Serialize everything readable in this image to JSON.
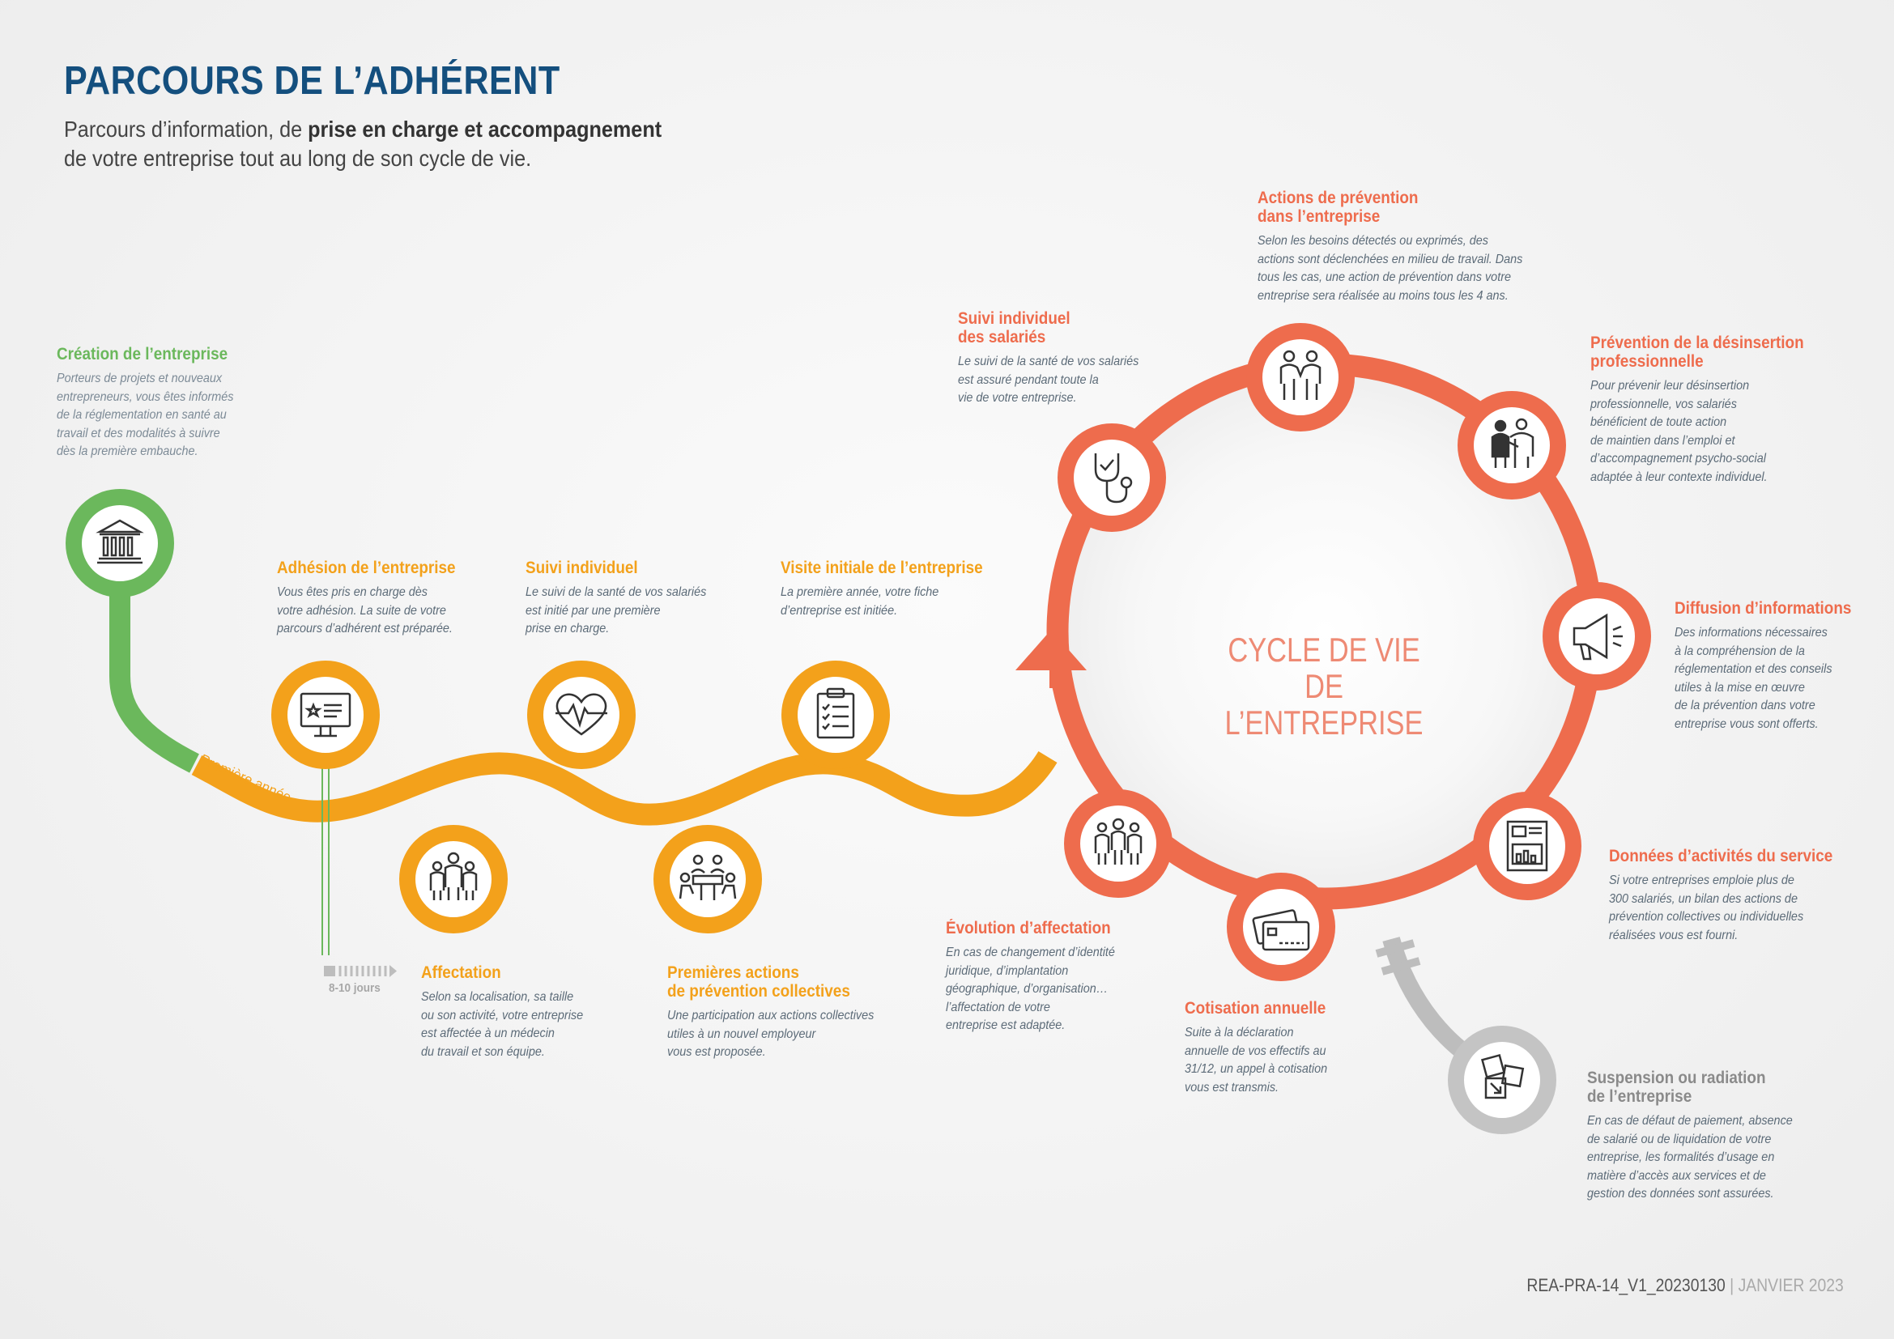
{
  "header": {
    "title": "PARCOURS DE L’ADHÉRENT",
    "subtitle_pre": "Parcours d’information, de ",
    "subtitle_bold": "prise en charge et accompagnement",
    "subtitle_post": "de votre entreprise tout au long de son cycle de vie."
  },
  "colors": {
    "green": "#6bb85c",
    "orange": "#f3a11b",
    "red": "#ee6c4d",
    "grey": "#bdbdbd",
    "title": "#144f7e"
  },
  "path_labels": {
    "first_year": "Première année",
    "days": "8-10 jours"
  },
  "cycle": {
    "line1": "CYCLE DE VIE",
    "line2": "DE L’ENTREPRISE"
  },
  "steps": {
    "creation": {
      "title": "Création de l’entreprise",
      "desc": [
        "Porteurs de projets et nouveaux",
        "entrepreneurs, vous êtes informés",
        "de la réglementation en santé au",
        "travail et des modalités à suivre",
        "dès la première embauche."
      ],
      "icon": "building-icon"
    },
    "adhesion": {
      "title": "Adhésion de l’entreprise",
      "desc": [
        "Vous êtes pris en charge dès",
        "votre adhésion. La suite de votre",
        "parcours d’adhérent est préparée."
      ],
      "icon": "monitor-icon"
    },
    "suivi": {
      "title": "Suivi individuel",
      "desc": [
        "Le suivi de la santé de vos salariés",
        "est initié par une première",
        "prise en charge."
      ],
      "icon": "heartbeat-icon"
    },
    "visite": {
      "title": "Visite initiale de l’entreprise",
      "desc": [
        "La première année, votre fiche",
        "d’entreprise est initiée."
      ],
      "icon": "clipboard-icon"
    },
    "affectation": {
      "title": "Affectation",
      "desc": [
        "Selon sa localisation, sa taille",
        "ou son activité, votre entreprise",
        "est affectée à un médecin",
        "du travail et son équipe."
      ],
      "icon": "team-icon"
    },
    "premieres": {
      "title1": "Premières actions",
      "title2": "de prévention collectives",
      "desc": [
        "Une participation aux actions collectives",
        "utiles à un nouvel employeur",
        "vous est proposée."
      ],
      "icon": "meeting-icon"
    },
    "suivi_salaries": {
      "title1": "Suivi individuel",
      "title2": "des salariés",
      "desc": [
        "Le suivi de la santé de vos salariés",
        "est assuré pendant toute la",
        "vie de votre entreprise."
      ],
      "icon": "stethoscope-icon"
    },
    "actions": {
      "title1": "Actions de prévention",
      "title2": "dans l’entreprise",
      "desc": [
        "Selon les besoins détectés ou exprimés, des",
        "actions sont déclenchées en milieu de travail. Dans",
        "tous les cas, une action de prévention dans votre",
        "entreprise sera réalisée au moins tous les 4 ans."
      ],
      "icon": "two-people-icon"
    },
    "desinsertion": {
      "title1": "Prévention de la désinsertion",
      "title2": "professionnelle",
      "desc": [
        "Pour prévenir leur désinsertion",
        "professionnelle, vos salariés",
        "bénéficient de toute action",
        "de maintien dans l’emploi et",
        "d’accompagnement psycho-social",
        "adaptée à leur contexte individuel."
      ],
      "icon": "support-people-icon"
    },
    "diffusion": {
      "title": "Diffusion d’informations",
      "desc": [
        "Des informations nécessaires",
        "à la compréhension de la",
        "réglementation et des conseils",
        "utiles à la mise en œuvre",
        "de la prévention dans votre",
        "entreprise vous sont offerts."
      ],
      "icon": "megaphone-icon"
    },
    "donnees": {
      "title": "Données d’activités du service",
      "desc": [
        "Si votre entreprises emploie plus de",
        "300 salariés, un bilan des actions de",
        "prévention collectives ou individuelles",
        "réalisées vous est fourni."
      ],
      "icon": "report-icon"
    },
    "cotisation": {
      "title": "Cotisation annuelle",
      "desc": [
        "Suite à la déclaration",
        "annuelle de vos effectifs au",
        "31/12, un appel à cotisation",
        "vous est transmis."
      ],
      "icon": "credit-card-icon"
    },
    "evolution": {
      "title": "Évolution d’affectation",
      "desc": [
        "En cas de changement d’identité",
        "juridique, d’implantation",
        "géographique, d’organisation…",
        "l’affectation de votre",
        "entreprise est adaptée."
      ],
      "icon": "group-icon"
    },
    "suspension": {
      "title1": "Suspension ou radiation",
      "title2": "de l’entreprise",
      "desc": [
        "En cas de défaut de paiement, absence",
        "de salarié ou de liquidation de votre",
        "entreprise, les formalités d’usage en",
        "matière d’accès aux services et de",
        "gestion des données sont assurées."
      ],
      "icon": "boxes-icon"
    }
  },
  "footer": {
    "ref": "REA-PRA-14_V1_20230130",
    "sep": "|",
    "date": "JANVIER 2023"
  }
}
